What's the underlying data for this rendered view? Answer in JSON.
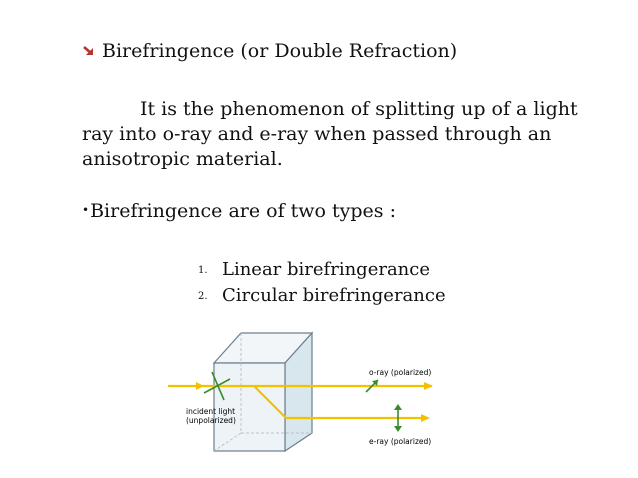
{
  "heading": {
    "text": "Birefringence (or Double Refraction)",
    "icon": "red-arrow-icon",
    "icon_color": "#b8322e"
  },
  "definition": {
    "line1": "It is the phenomenon of splitting up of a light",
    "line2": "ray into o-ray and e-ray when passed through  an",
    "line3": "anisotropic material."
  },
  "types_intro": {
    "bullet": "•",
    "text": "Birefringence  are of two types :"
  },
  "types": [
    {
      "number": "1.",
      "label": "Linear birefringerance"
    },
    {
      "number": "2.",
      "label": "Circular birefringerance"
    }
  ],
  "diagram": {
    "incident_line1": "incident light",
    "incident_line2": "(unpolarized)",
    "o_ray": "o-ray (polarized)",
    "e_ray": "e-ray (polarized)",
    "ray_color": "#f2c200",
    "polarization_color": "#3a8a2c"
  }
}
